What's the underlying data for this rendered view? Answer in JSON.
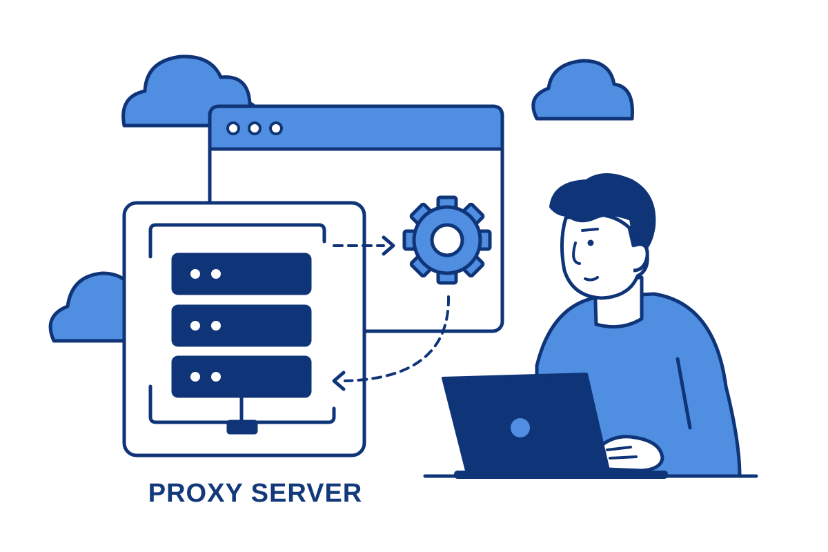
{
  "caption": {
    "text": "PROXY SERVER"
  },
  "colors": {
    "outline": "#0f3478",
    "fill_light": "#4f8ee0",
    "fill_dark": "#0f3478",
    "background": "#ffffff",
    "caption": "#12397a"
  },
  "icons": [
    "cloud-icon",
    "browser-window",
    "gear-icon",
    "server-rack-icon",
    "laptop-icon",
    "person-illustration",
    "dashed-arrow-right",
    "dashed-arrow-return"
  ]
}
